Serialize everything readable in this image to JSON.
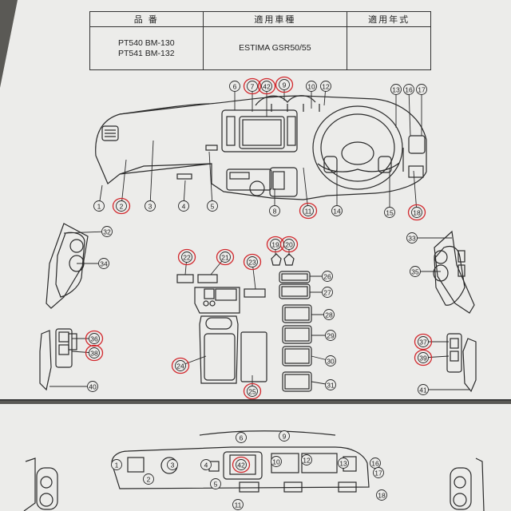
{
  "spec_table": {
    "headers": [
      "品 番",
      "適用車種",
      "適用年式"
    ],
    "part_numbers": [
      "PT540 BM-130",
      "PT541 BM-132"
    ],
    "vehicle": "ESTIMA GSR50/55",
    "year": ""
  },
  "callouts": {
    "upper": [
      "1",
      "2",
      "3",
      "4",
      "5",
      "6",
      "7",
      "42",
      "9",
      "10",
      "12",
      "13",
      "16",
      "17",
      "8",
      "11",
      "14",
      "15",
      "18",
      "32",
      "34",
      "33",
      "35",
      "22",
      "21",
      "23",
      "19",
      "20",
      "26",
      "27",
      "28",
      "29",
      "30",
      "31",
      "36",
      "38",
      "40",
      "24",
      "25",
      "37",
      "39",
      "41"
    ],
    "lower": [
      "1",
      "2",
      "3",
      "4",
      "5",
      "42",
      "6",
      "9",
      "10",
      "12",
      "13",
      "16",
      "17",
      "18",
      "11"
    ]
  },
  "circled_in_red": [
    "7",
    "42",
    "9",
    "2",
    "11",
    "18",
    "22",
    "21",
    "23",
    "19",
    "20",
    "36",
    "38",
    "24",
    "25",
    "37",
    "39"
  ],
  "colors": {
    "ink": "#2a2a2a",
    "red_marker": "#d2282d",
    "paper": "#ececea",
    "background": "#5a5955"
  }
}
